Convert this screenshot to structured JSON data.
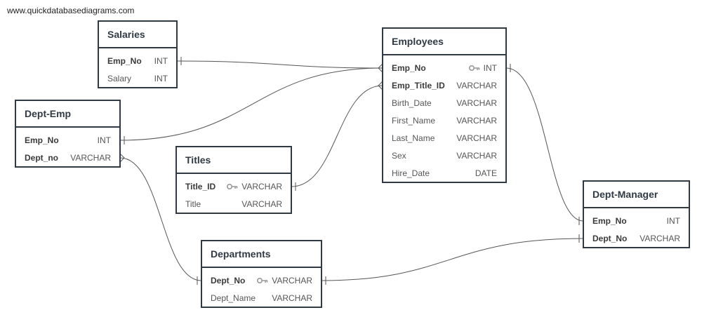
{
  "watermark": "www.quickdatabasediagrams.com",
  "colors": {
    "border": "#2f3a45",
    "line": "#555555",
    "key": "#999999"
  },
  "tables": {
    "salaries": {
      "name": "Salaries",
      "fields": [
        {
          "name": "Emp_No",
          "type": "INT",
          "bold": true,
          "pk": false
        },
        {
          "name": "Salary",
          "type": "INT",
          "bold": false,
          "pk": false
        }
      ]
    },
    "employees": {
      "name": "Employees",
      "fields": [
        {
          "name": "Emp_No",
          "type": "INT",
          "bold": true,
          "pk": true
        },
        {
          "name": "Emp_Title_ID",
          "type": "VARCHAR",
          "bold": true,
          "pk": false
        },
        {
          "name": "Birth_Date",
          "type": "VARCHAR",
          "bold": false,
          "pk": false
        },
        {
          "name": "First_Name",
          "type": "VARCHAR",
          "bold": false,
          "pk": false
        },
        {
          "name": "Last_Name",
          "type": "VARCHAR",
          "bold": false,
          "pk": false
        },
        {
          "name": "Sex",
          "type": "VARCHAR",
          "bold": false,
          "pk": false
        },
        {
          "name": "Hire_Date",
          "type": "DATE",
          "bold": false,
          "pk": false
        }
      ]
    },
    "dept_emp": {
      "name": "Dept-Emp",
      "fields": [
        {
          "name": "Emp_No",
          "type": "INT",
          "bold": true,
          "pk": false
        },
        {
          "name": "Dept_no",
          "type": "VARCHAR",
          "bold": true,
          "pk": false
        }
      ]
    },
    "titles": {
      "name": "Titles",
      "fields": [
        {
          "name": "Title_ID",
          "type": "VARCHAR",
          "bold": true,
          "pk": true
        },
        {
          "name": "Title",
          "type": "VARCHAR",
          "bold": false,
          "pk": false
        }
      ]
    },
    "departments": {
      "name": "Departments",
      "fields": [
        {
          "name": "Dept_No",
          "type": "VARCHAR",
          "bold": true,
          "pk": true
        },
        {
          "name": "Dept_Name",
          "type": "VARCHAR",
          "bold": false,
          "pk": false
        }
      ]
    },
    "dept_manager": {
      "name": "Dept-Manager",
      "fields": [
        {
          "name": "Emp_No",
          "type": "INT",
          "bold": true,
          "pk": false
        },
        {
          "name": "Dept_No",
          "type": "VARCHAR",
          "bold": true,
          "pk": false
        }
      ]
    }
  },
  "relationships": [
    {
      "from": "salaries.Emp_No",
      "from_end": "one",
      "to": "employees.Emp_No",
      "to_end": "many"
    },
    {
      "from": "dept_emp.Emp_No",
      "from_end": "one",
      "to": "employees.Emp_No",
      "to_end": "many"
    },
    {
      "from": "titles.Title_ID",
      "from_end": "one",
      "to": "employees.Emp_Title_ID",
      "to_end": "many"
    },
    {
      "from": "dept_emp.Dept_no",
      "from_end": "many",
      "to": "departments.Dept_No",
      "to_end": "one"
    },
    {
      "from": "employees.Emp_No",
      "from_end": "one",
      "to": "dept_manager.Emp_No",
      "to_end": "one"
    },
    {
      "from": "departments.Dept_No",
      "from_end": "one",
      "to": "dept_manager.Dept_No",
      "to_end": "one"
    }
  ]
}
